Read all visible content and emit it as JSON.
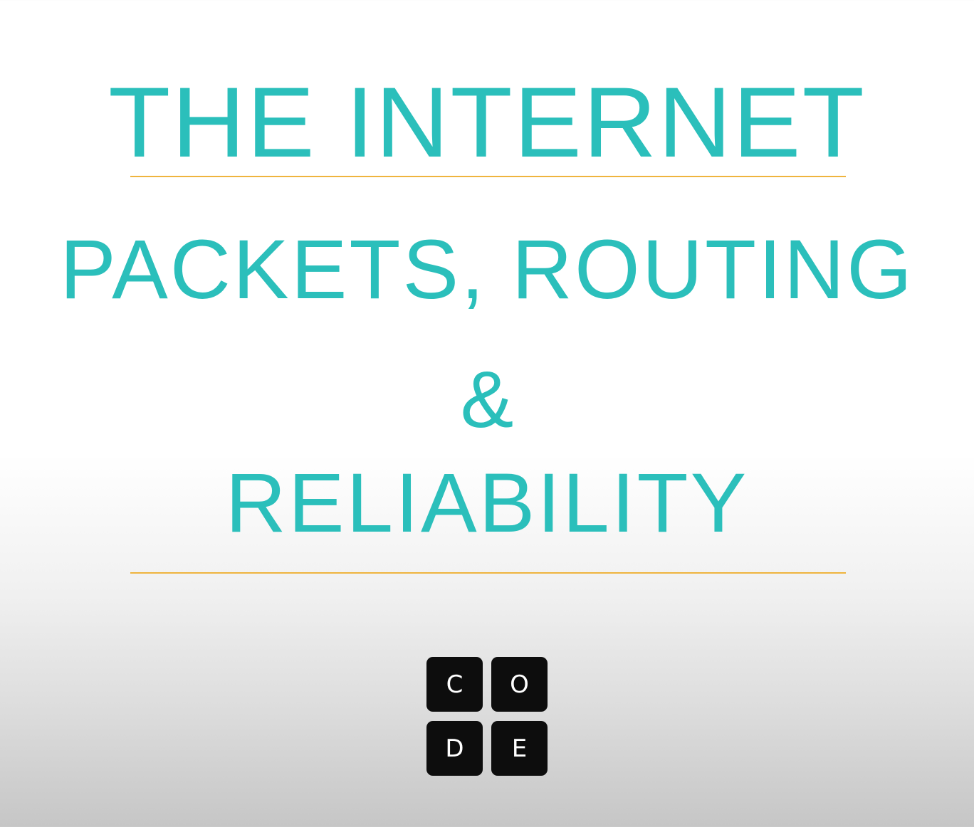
{
  "slide": {
    "heading": "THE INTERNET",
    "title_line_1": "PACKETS, ROUTING",
    "title_line_2": "&",
    "title_line_3": "RELIABILITY"
  },
  "logo": {
    "tiles": [
      "C",
      "O",
      "D",
      "E"
    ]
  },
  "colors": {
    "title_text": "#2bbfbb",
    "rule": "#efb43e",
    "logo_tile": "#0d0d0d",
    "logo_letter": "#ffffff"
  }
}
